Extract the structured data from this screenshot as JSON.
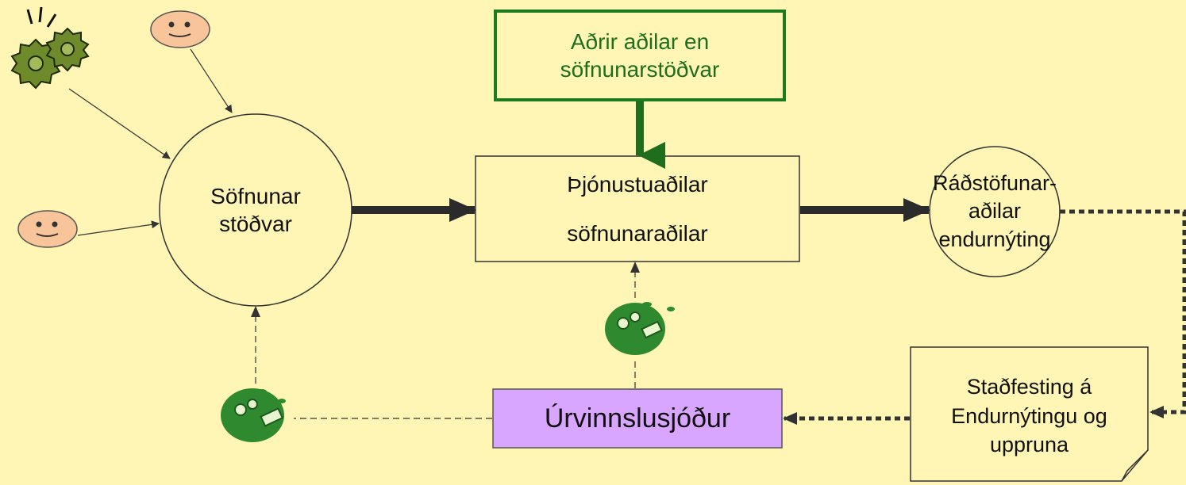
{
  "nodes": {
    "other_parties": {
      "line1": "Aðrir aðilar en",
      "line2": "söfnunarstöðvar"
    },
    "collection_stations": {
      "line1": "Söfnunar",
      "line2": "stöðvar"
    },
    "service_providers": {
      "line1": "Þjónustuaðilar",
      "line2": "söfnunaraðilar"
    },
    "disposal_parties": {
      "line1": "Ráðstöfunar-",
      "line2": "aðilar",
      "line3": "endurnýting"
    },
    "recycling_fund": {
      "label": "Úrvinnslusjóður"
    },
    "confirmation": {
      "line1": "Staðfesting á",
      "line2": "Endurnýtingu og",
      "line3": "uppruna"
    }
  },
  "icons": [
    "gears-icon",
    "smiley-face-icon",
    "money-bag-icon"
  ],
  "colors": {
    "background": "#fff5b4",
    "green_box_border": "#1e7a1e",
    "green_text": "#1e6e1e",
    "fund_fill": "#d8a6ff",
    "icon_green": "#2f8a2f",
    "face_fill": "#f8c49a",
    "gear_fill": "#6f8a2a"
  }
}
